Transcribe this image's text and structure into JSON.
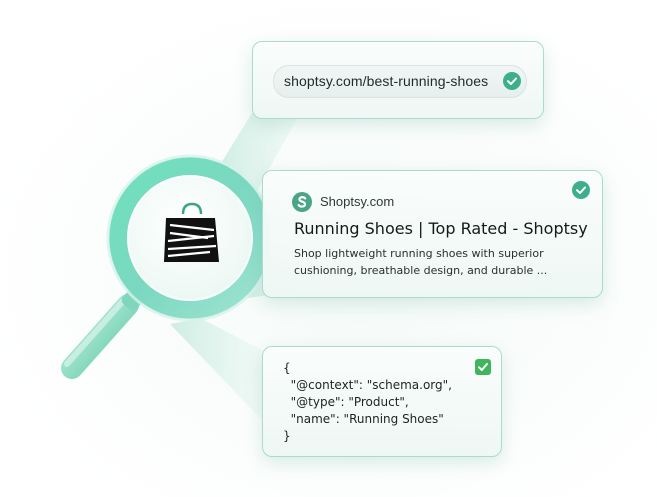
{
  "url_card": {
    "url": "shoptsy.com/best-running-shoes",
    "check_icon": "check-circle-icon"
  },
  "search_result": {
    "site_icon": "shoptsy-logo-icon",
    "site_name": "Shoptsy.com",
    "title": "Running Shoes | Top Rated - Shoptsy",
    "description": "Shop lightweight running shoes with superior cushioning, breathable design, and durable ...",
    "check_icon": "check-circle-icon"
  },
  "schema_card": {
    "code": "{\n  \"@context\": \"schema.org\",\n  \"@type\": \"Product\",\n  \"name\": \"Running Shoes\"\n}",
    "check_icon": "check-box-icon"
  },
  "magnifier": {
    "lens_icon": "magnifying-glass-icon",
    "brand_icon": "shopping-bag-logo-icon"
  },
  "colors": {
    "accent": "#3fae8d",
    "card_border": "#a9dccb",
    "schema_check": "#3fb55c"
  }
}
